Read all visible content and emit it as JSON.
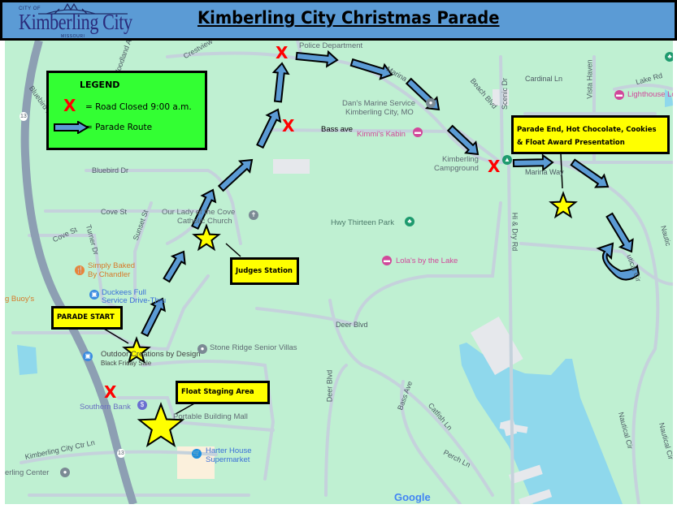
{
  "header": {
    "title": "Kimberling City Christmas Parade",
    "logo": {
      "city_of": "CITY OF",
      "name": "Kimberling City",
      "state": "MISSOURI"
    },
    "background_color": "#5b9bd5"
  },
  "legend": {
    "title": "LEGEND",
    "closed_symbol": "X",
    "closed_label": "= Road Closed 9:00 a.m.",
    "route_label": "= Parade Route",
    "background_color": "#33ff33"
  },
  "callouts": {
    "judges": "Judges Station",
    "start": "PARADE START",
    "staging": "Float Staging Area",
    "end_line1": "Parade End, Hot Chocolate, Cookies",
    "end_line2": "& Float Award Presentation"
  },
  "colors": {
    "route": "#5b9bd5",
    "closure": "#ff0000",
    "star": "#ffff00",
    "callout": "#ffff00",
    "water": "#8fd8ec",
    "land": "#bff0d2"
  },
  "map": {
    "labels": [
      "Police Department",
      "Crestview",
      "Woodland Ave",
      "Bluebird Dr",
      "Bluebird Dr",
      "Cove St",
      "Cove St",
      "Turner Dr",
      "Sunset St",
      "Our Lady of the Cove",
      "Catholic Church",
      "Simply Baked",
      "By Chandler",
      "Duckees Full",
      "Service Drive-Thru",
      "g Buoy's",
      "Outdoor Creations by Design",
      "Black Friday Sale",
      "Stone Ridge Senior Villas",
      "Southern Bank",
      "Portable Building Mall",
      "Harter House",
      "Supermarket",
      "Kimberling City Ctr Ln",
      "erling Center",
      "Bass ave",
      "Dan's Marine Service",
      "Kimberling City, MO",
      "Kimmi's Kabin",
      "Kimberling",
      "Campground",
      "Marina",
      "Beach Blvd",
      "Scenic Dr",
      "Cardinal Ln",
      "Vista Haven",
      "Lake Rd",
      "Lighthouse Lod",
      "Hwy Thirteen Park",
      "Lola's by the Lake",
      "Hi & Dry Rd",
      "Nautic",
      "utical Cir",
      "Deer Blvd",
      "Deer Blvd",
      "Bass Ave",
      "Catfish Ln",
      "Perch Ln",
      "Nautical Cir",
      "Nautical Cir",
      "Marina Way",
      "13",
      "13"
    ],
    "attribution": "Google"
  }
}
